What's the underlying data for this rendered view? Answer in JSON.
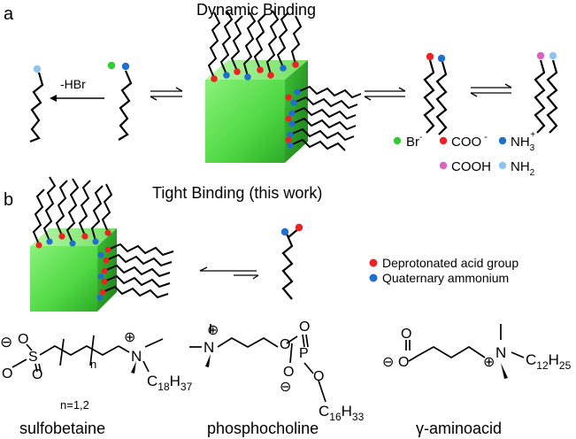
{
  "panel_a": {
    "label": "a",
    "title": "Dynamic Binding",
    "arrow_label": "-HBr",
    "legend": {
      "br": {
        "text": "Br",
        "sup": "-",
        "color": "#33cc33"
      },
      "coo": {
        "text": "COO",
        "sup": "-",
        "color": "#ee2222"
      },
      "nh3": {
        "text": "NH",
        "sub": "3",
        "sup": "+",
        "color": "#1f6fd1"
      },
      "cooh": {
        "text": "COOH",
        "color": "#e060c0"
      },
      "nh2": {
        "text": "NH",
        "sub": "2",
        "color": "#8fc4ee"
      }
    }
  },
  "panel_b": {
    "label": "b",
    "title": "Tight Binding (this work)",
    "legend": {
      "acid": {
        "text": "Deprotonated acid group",
        "color": "#ee2222"
      },
      "ammonium": {
        "text": "Quaternary ammonium",
        "color": "#1f6fd1"
      }
    }
  },
  "molecules": {
    "sulfobetaine": {
      "name": "sulfobetaine",
      "minus": "⊖",
      "plus": "⊕",
      "o": "O",
      "s": "S",
      "n_atom": "N",
      "n_sub": "n",
      "n_values": "n=1,2",
      "tail": "C",
      "tail_sub": "18",
      "tail_h": "H",
      "tail_h_sub": "37"
    },
    "phosphocholine": {
      "name": "phosphocholine",
      "plus": "⊕",
      "minus": "⊖",
      "n_atom": "N",
      "o": "O",
      "p": "P",
      "tail": "C",
      "tail_sub": "16",
      "tail_h": "H",
      "tail_h_sub": "33"
    },
    "aminoacid": {
      "name": "γ-aminoacid",
      "minus": "⊖",
      "plus": "⊕",
      "o": "O",
      "n_atom": "N",
      "tail": "C",
      "tail_sub": "12",
      "tail_h": "H",
      "tail_h_sub": "25"
    }
  },
  "colors": {
    "cube_front": "#55e04a",
    "cube_side": "#2fa82a",
    "cube_top": "#9af08c",
    "chain": "#000000"
  }
}
